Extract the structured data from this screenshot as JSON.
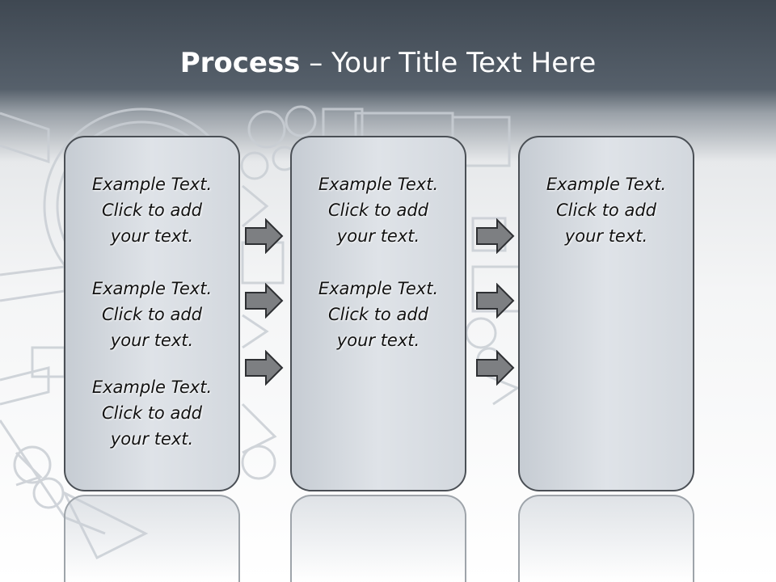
{
  "title": {
    "bold": "Process",
    "rest": " – Your Title Text Here"
  },
  "columns": [
    {
      "items": [
        {
          "line1": "Example Text.",
          "line2": "Click  to add",
          "line3": "your text."
        },
        {
          "line1": "Example Text.",
          "line2": "Click  to add",
          "line3": "your text."
        },
        {
          "line1": "Example Text.",
          "line2": "Click  to add",
          "line3": "your text."
        }
      ]
    },
    {
      "items": [
        {
          "line1": "Example Text.",
          "line2": "Click  to add",
          "line3": "your text."
        },
        {
          "line1": "Example Text.",
          "line2": "Click  to add",
          "line3": "your text."
        }
      ]
    },
    {
      "items": [
        {
          "line1": "Example Text.",
          "line2": "Click  to add",
          "line3": "your text."
        }
      ]
    }
  ],
  "colors": {
    "header": "#4b545e",
    "box_border": "#4a4f55",
    "box_fill": "#dfe3e8",
    "arrow_fill": "#7d7f82"
  }
}
